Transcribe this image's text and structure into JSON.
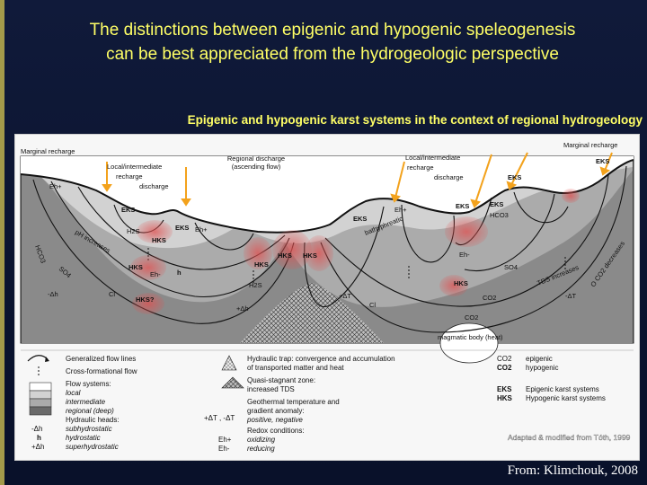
{
  "slide": {
    "title_line1": "The distinctions between epigenic and hypogenic speleogenesis",
    "title_line2": "can be best appreciated from the hydrogeologic perspective",
    "subtitle": "Epigenic and hypogenic karst systems in the context of regional hydrogeology",
    "source": "From: Klimchouk, 2008",
    "watermark": "Adapted & modified from Tóth, 1999"
  },
  "diagram": {
    "labels": {
      "marginal_recharge_left": "Marginal recharge",
      "marginal_recharge_right": "Marginal recharge",
      "local_left_1": "Local/intermediate",
      "local_left_2": "recharge",
      "local_left_3": "discharge",
      "regional_discharge_1": "Regional discharge",
      "regional_discharge_2": "(ascending flow)",
      "local_right_1": "Local/intermediate",
      "local_right_2": "recharge",
      "local_right_3": "discharge",
      "eks": "EKS",
      "hks": "HKS",
      "hks_q": "HKS?",
      "eh_plus": "Eh+",
      "eh_minus": "Eh-",
      "hco3": "HCO3",
      "so4": "SO4",
      "cl": "Cl",
      "h2s": "H2S",
      "h": "h",
      "minus_dh": "-Δh",
      "plus_dh": "+Δh",
      "ph_increases": "pH increases",
      "tds_increases": "TDS increases",
      "co2_decreases": "O CO2 decreases",
      "bathyphreatic": "bathyphreatic",
      "plus_dt": "+ΔT",
      "minus_dt": "-ΔT",
      "co2": "CO2",
      "magmatic": "magmatic body (heat)"
    }
  },
  "legend": {
    "flow_lines": "Generalized flow lines",
    "cross_flow": "Cross-formational flow",
    "flow_systems": "Flow systems:",
    "local": "local",
    "intermediate": "intermediate",
    "regional": "regional (deep)",
    "heads": "Hydraulic heads:",
    "sub": "subhydrostatic",
    "hydro": "hydrostatic",
    "super": "superhydrostatic",
    "sym_minus": "-Δh",
    "sym_h": "h",
    "sym_plus": "+Δh",
    "trap_1": "Hydraulic trap: convergence and accumulation",
    "trap_2": "of transported matter and heat",
    "quasi_1": "Quasi-stagnant zone:",
    "quasi_2": "increased TDS",
    "geo_1": "Geothermal temperature and",
    "geo_2": "gradient anomaly:",
    "geo_3": "positive, negative",
    "geo_sym": "+ΔT , -ΔT",
    "redox": "Redox conditions:",
    "oxidizing": "oxidizing",
    "reducing": "reducing",
    "eh_plus": "Eh+",
    "eh_minus": "Eh-",
    "co2_epi": "epigenic",
    "co2_hypo": "hypogenic",
    "co2_sym": "CO2",
    "eks_sym": "EKS",
    "hks_sym": "HKS",
    "eks_text": "Epigenic karst systems",
    "hks_text": "Hypogenic karst systems"
  }
}
